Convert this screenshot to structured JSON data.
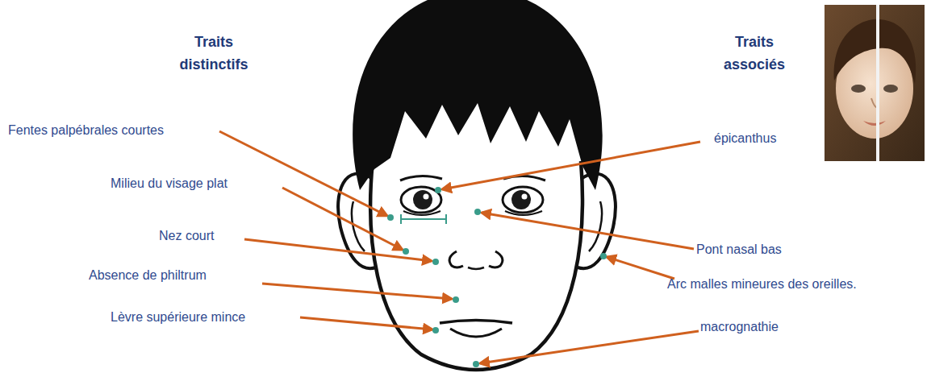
{
  "diagram": {
    "labels": [
      "Traits distinctifs",
      "Traits associés",
      "Fentes palpébrales courtes",
      "Milieu du visage plat",
      "Nez court",
      "Absence de philtrum",
      "Lèvre supérieure mince",
      "épicanthus",
      "Pont nasal bas",
      "Arc malles mineures des oreilles.",
      "macrognathie"
    ]
  }
}
